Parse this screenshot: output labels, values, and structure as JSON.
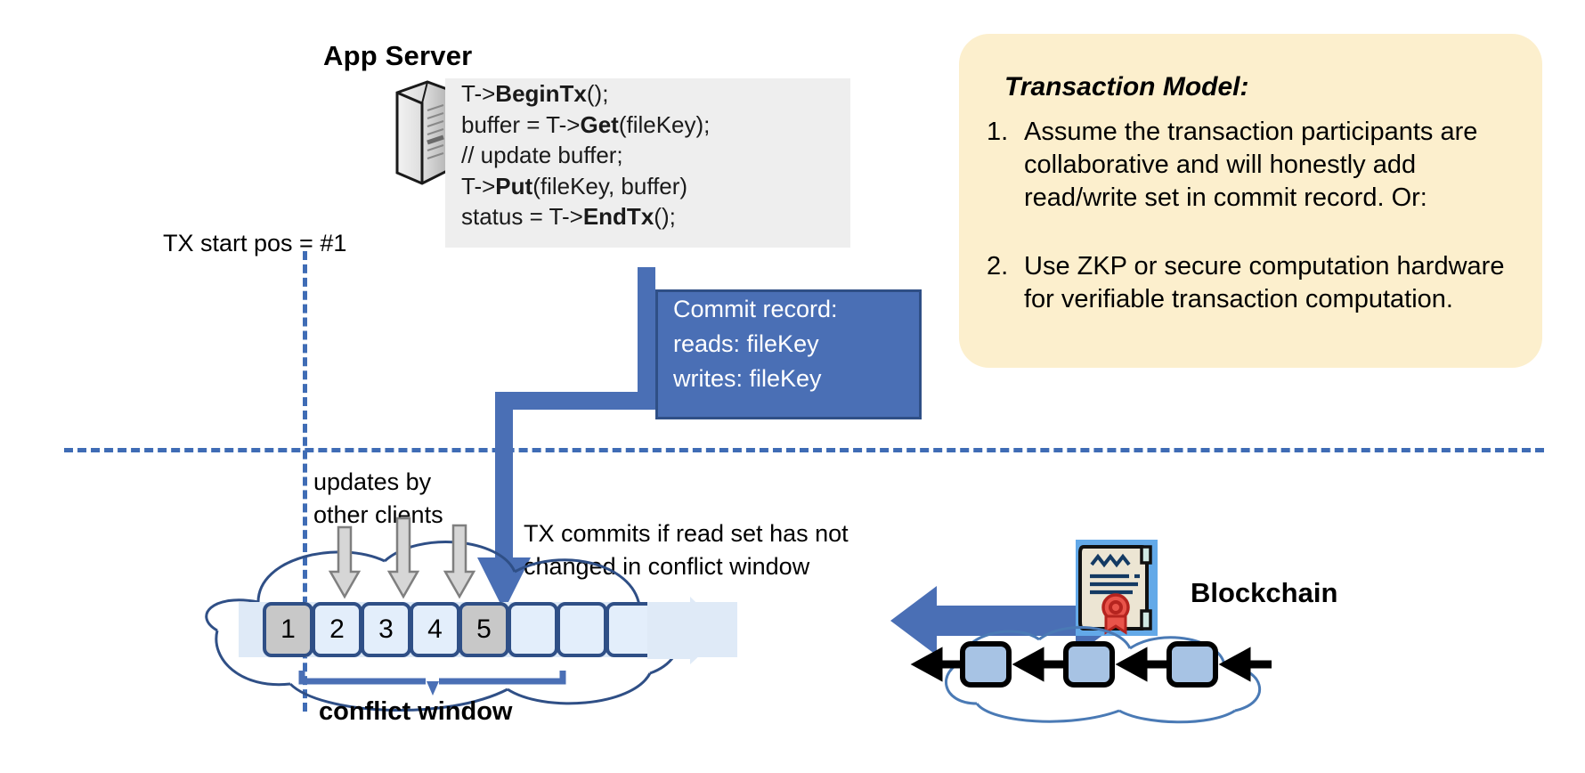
{
  "app_server": {
    "title": "App Server",
    "icon": "server-tower-icon",
    "code_lines": [
      {
        "plain1": "T->",
        "bold": "BeginTx",
        "plain2": "();"
      },
      {
        "plain1": "buffer = T->",
        "bold": "Get",
        "plain2": "(fileKey);"
      },
      {
        "plain1": "// update buffer;",
        "bold": "",
        "plain2": ""
      },
      {
        "plain1": "T->",
        "bold": "Put",
        "plain2": "(fileKey, buffer)"
      },
      {
        "plain1": "status = T->",
        "bold": "EndTx",
        "plain2": "();"
      }
    ],
    "code_full": "T->BeginTx();\nbuffer = T->Get(fileKey);\n// update buffer;\nT->Put(fileKey, buffer)\nstatus = T->EndTx();"
  },
  "commit_record": {
    "line1": "Commit record:",
    "line2": "reads: fileKey",
    "line3": "writes: fileKey",
    "bg_color": "#4a6fb5",
    "border_color": "#2f4f86"
  },
  "transaction_model": {
    "heading": "Transaction Model:",
    "items": [
      {
        "number": "1.",
        "text": "Assume the transaction participants are collaborative and will honestly add read/write set in commit record.  Or:"
      },
      {
        "number": "2.",
        "text": "Use ZKP or secure computation hardware for verifiable transaction computation."
      }
    ],
    "bg_color": "#fcefcd"
  },
  "log": {
    "tx_start_label": "TX start pos = #1",
    "updates_label_line1": "updates by",
    "updates_label_line2": "other clients",
    "tx_commit_line1": "TX commits if read set has not",
    "tx_commit_line2": "changed in conflict window",
    "conflict_window_label": "conflict window",
    "cells": [
      {
        "label": "1",
        "state": "filled"
      },
      {
        "label": "2",
        "state": "empty"
      },
      {
        "label": "3",
        "state": "empty"
      },
      {
        "label": "4",
        "state": "empty"
      },
      {
        "label": "5",
        "state": "filled"
      },
      {
        "label": "",
        "state": "empty"
      },
      {
        "label": "",
        "state": "empty"
      },
      {
        "label": "",
        "state": "empty"
      }
    ],
    "update_arrow_count": 3
  },
  "blockchain": {
    "title": "Blockchain",
    "cert_icon": "certificate-seal-icon",
    "block_count": 3,
    "accent_color": "#4a6fb5"
  },
  "colors": {
    "accent_blue": "#4a6fb5",
    "dark_blue": "#2f4f86",
    "light_blue": "#dfeaf7",
    "code_bg": "#eeeeee",
    "note_bg": "#fcefcd",
    "gray_cell": "#c8c8c8"
  }
}
